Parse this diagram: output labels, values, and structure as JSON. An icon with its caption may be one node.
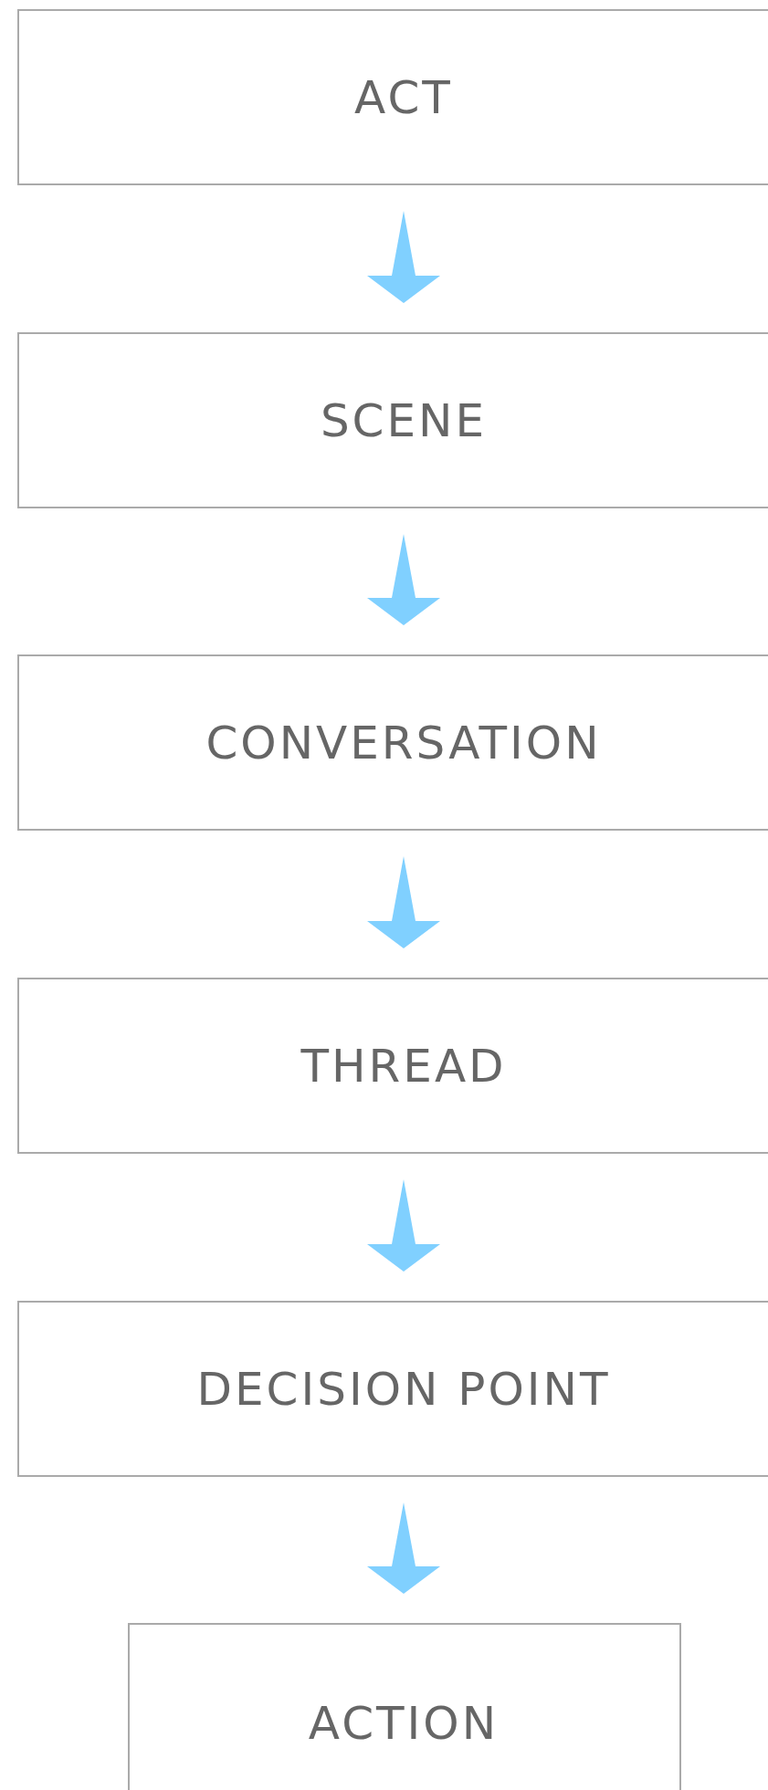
{
  "diagram": {
    "nodes": [
      {
        "text": [
          "ACT"
        ]
      },
      {
        "text": [
          "SCENE"
        ]
      },
      {
        "text": [
          "CONVERSATION"
        ]
      },
      {
        "text": [
          "THREAD"
        ]
      },
      {
        "text": [
          "DECISION POINT"
        ]
      },
      {
        "text": [
          "ACTION"
        ]
      }
    ],
    "edges": [
      {
        "from": 0,
        "to": 1,
        "arrow": "to"
      },
      {
        "from": 1,
        "to": 2,
        "arrow": "to"
      },
      {
        "from": 2,
        "to": 3,
        "arrow": "to"
      },
      {
        "from": 3,
        "to": 4,
        "arrow": "to"
      },
      {
        "from": 4,
        "to": 5,
        "arrow": "to"
      }
    ]
  }
}
